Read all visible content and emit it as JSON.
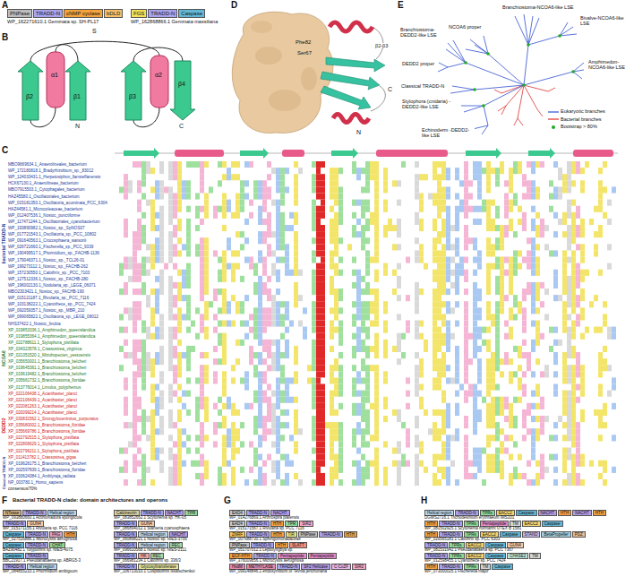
{
  "diagram": {
    "nodes": [
      {
        "text": [
          "PNPase"
        ]
      },
      {
        "text": [
          "TRADD-N"
        ]
      },
      {
        "text": [
          "cNMP cyclase"
        ]
      },
      {
        "text": [
          "bDLD"
        ]
      },
      {
        "text": [
          "FGS"
        ]
      },
      {
        "text": [
          "TRADD-N"
        ]
      },
      {
        "text": [
          "Caspase"
        ]
      },
      {
        "text": [
          "NTease"
        ]
      },
      {
        "text": [
          "TRADD-N"
        ]
      },
      {
        "text": [
          "Helical region"
        ]
      },
      {
        "text": [
          "TRADD-N"
        ]
      },
      {
        "text": [
          "GUN4"
        ]
      },
      {
        "text": [
          "Caspase"
        ]
      },
      {
        "text": [
          "TRADD-N"
        ]
      },
      {
        "text": [
          "PAG"
        ]
      },
      {
        "text": [
          "HTH"
        ]
      },
      {
        "text": [
          "Caspase"
        ]
      },
      {
        "text": [
          "TRADD-N"
        ]
      },
      {
        "text": [
          "CHAT"
        ]
      },
      {
        "text": [
          "Caspase"
        ]
      },
      {
        "text": [
          "TRADD-N"
        ]
      },
      {
        "text": [
          "TRADD-N"
        ]
      },
      {
        "text": [
          "Helical region"
        ]
      },
      {
        "text": [
          "Calcineurin"
        ]
      },
      {
        "text": [
          "TRADD-N"
        ]
      },
      {
        "text": [
          "NACHT"
        ]
      },
      {
        "text": [
          "TPR"
        ]
      },
      {
        "text": [
          "TRADD-N"
        ]
      },
      {
        "text": [
          "GUN4"
        ]
      },
      {
        "text": [
          "TRADD-N"
        ]
      },
      {
        "text": [
          "Helical region"
        ]
      },
      {
        "text": [
          "NACHT"
        ]
      },
      {
        "text": [
          "TRADD-N"
        ]
      },
      {
        "text": [
          "Helical region"
        ]
      },
      {
        "text": [
          "REC"
        ]
      },
      {
        "text": [
          "TRADD-N"
        ]
      },
      {
        "text": [
          "HK"
        ]
      },
      {
        "text": [
          "REC"
        ]
      },
      {
        "text": [
          "TRADD-N"
        ]
      },
      {
        "text": [
          "Glycosyltransferase"
        ]
      },
      {
        "text": [
          "EAD4"
        ]
      },
      {
        "text": [
          "TRADD-N"
        ]
      },
      {
        "text": [
          "NACHT"
        ]
      },
      {
        "text": [
          "EAD4"
        ]
      },
      {
        "text": [
          "TRADD-N"
        ]
      },
      {
        "text": [
          "HTH"
        ]
      },
      {
        "text": [
          "TPR"
        ]
      },
      {
        "text": [
          "SIR2"
        ]
      },
      {
        "text": [
          "ZNRF"
        ]
      },
      {
        "text": [
          "TRADD-N"
        ]
      },
      {
        "text": [
          "HTH"
        ]
      },
      {
        "text": [
          "TIR"
        ]
      },
      {
        "text": [
          "PNPase"
        ]
      },
      {
        "text": [
          "TRADD-N"
        ]
      },
      {
        "text": [
          "HTH"
        ]
      },
      {
        "text": [
          "PNPase"
        ]
      },
      {
        "text": [
          "TRADD-N"
        ]
      },
      {
        "text": [
          "HTH"
        ]
      },
      {
        "text": [
          "SLATT"
        ]
      },
      {
        "text": [
          "ECF-HTH"
        ]
      },
      {
        "text": [
          "TRADD-N"
        ]
      },
      {
        "text": [
          "Pentapeptide"
        ]
      },
      {
        "text": [
          "Pentapeptide"
        ]
      },
      {
        "text": [
          "HsdM"
        ]
      },
      {
        "text": [
          "METHYLASE"
        ]
      },
      {
        "text": [
          "TRADD-N"
        ]
      },
      {
        "text": [
          "SF2 Helicase"
        ]
      },
      {
        "text": [
          "C-CoZF"
        ]
      },
      {
        "text": [
          "SIR2"
        ]
      },
      {
        "text": [
          "Helical region"
        ]
      },
      {
        "text": [
          "TRADD-N"
        ]
      },
      {
        "text": [
          "TPRs"
        ]
      },
      {
        "text": [
          "EACC2"
        ]
      },
      {
        "text": [
          "Caspase"
        ]
      },
      {
        "text": [
          "NACHT"
        ]
      },
      {
        "text": [
          "HTH"
        ]
      },
      {
        "text": [
          "NACHT"
        ]
      },
      {
        "text": [
          "HTH"
        ]
      },
      {
        "text": [
          "HTH"
        ]
      },
      {
        "text": [
          "TRADD-N"
        ]
      },
      {
        "text": [
          "TPRs"
        ]
      },
      {
        "text": [
          "Pentapeptide"
        ]
      },
      {
        "text": [
          "TM"
        ]
      },
      {
        "text": [
          "EACC2"
        ]
      },
      {
        "text": [
          "Caspase"
        ]
      },
      {
        "text": [
          "HTH"
        ]
      },
      {
        "text": [
          "TRADD-N"
        ]
      },
      {
        "text": [
          "TPRs"
        ]
      },
      {
        "text": [
          "EACC2"
        ]
      },
      {
        "text": [
          "Caspase"
        ]
      },
      {
        "text": [
          "STAND"
        ]
      },
      {
        "text": [
          "BetaPropeller"
        ]
      },
      {
        "text": [
          "PDZ"
        ]
      },
      {
        "text": [
          "TRADD-N"
        ]
      },
      {
        "text": [
          "TPRs"
        ]
      },
      {
        "text": [
          "EACC2"
        ]
      },
      {
        "text": [
          "Caspase"
        ]
      },
      {
        "text": [
          "GUN4"
        ]
      },
      {
        "text": [
          "TRADD-N"
        ]
      },
      {
        "text": [
          "TPRs"
        ]
      },
      {
        "text": [
          "EACC2"
        ]
      },
      {
        "text": [
          "Caspase"
        ]
      },
      {
        "text": [
          "CHASE2"
        ]
      },
      {
        "text": [
          "TM"
        ]
      },
      {
        "text": [
          "HTH"
        ]
      },
      {
        "text": [
          "TRADD-N"
        ]
      },
      {
        "text": [
          "TPRs"
        ]
      },
      {
        "text": [
          "TM"
        ]
      },
      {
        "text": [
          "Caspase"
        ]
      }
    ],
    "labels": [
      "A",
      "WP_162271610.1 Gemmata sp. SH-PL17",
      "WP_162868866.1 Gemmata massiliana",
      "B",
      "S",
      "α1",
      "α2",
      "β1",
      "β2",
      "β3",
      "β4",
      "N",
      "C",
      "D",
      "Phe82",
      "Ser67",
      "β2-β3",
      "N",
      "C",
      "E",
      "Branchiostoma-NCOA6-like LSE",
      "Bivalve-NCOA6-like LSE",
      "NCOA6 proper",
      "Amphimedon-NCOA6-like LSE",
      "Branchiostoma-DEDD2-like LSE",
      "DEDD2 proper",
      "Classical TRADD-N",
      "Stylophora (cnidaria) -DEDD2-like LSE",
      "Echinoderm -DEDD2-like LSE",
      "C",
      "bacterial TRADD-N",
      "NCOA6",
      "DEDD2",
      "Classical TRADD-N",
      "MBO9669634.1_Anaerolineales_bacterium",
      "WP_172180818.1_Bradyrhizobium_sp._83012",
      "WP_124033431.1_Herpetosiphon_llansteffanensis",
      "HCK67130.1_Anaerolineae_bacterium",
      "MBO7915503.1_Cytophagales_bacterium",
      "HAZ45580.1_Oscillatoriales_bacterium",
      "WP_015181350.1_Oscillatoria_acuminata_PCC_6304",
      "HAZ44581.1_Microcoleaceae_bacterium",
      "WP_012407536.1_Nostoc_punctiforme",
      "WP_117471244.1_Oscillatoriales_cyanobacterium",
      "WP_193890982.1_Nostoc_sp._SpNOS07",
      "WP_017721543.1_Oscillatoria_sp._PCC_10802",
      "WP_091640563.1_Crocosphaera_watsonii",
      "WP_026721660.1_Fischerella_sp._PCC_9339",
      "WP_190499517.1_Phormidium_sp._FACHB-1136",
      "WP_179046371.1_Nostoc_sp._TCL26-01",
      "WP_199273112.1_Nostoc_sp._FACHB-262",
      "WP_157230550.1_Calothrix_sp._PCC_7103",
      "WP_127512336.1_Nostoc_sp._FACHB-280",
      "WP_196002130.1_Nodularia_sp._LEGE_06071",
      "MBO2303421.1_Nostoc_sp._FACHB-190",
      "WP_015121187.1_Rivularia_sp._PCC_7116",
      "WP_103138222.1_Cyanothece_sp._PCC_7424",
      "WP_092059357.1_Nostoc_sp._MBR_210",
      "WP_099065822.1_Oscillatoria_sp._LEGE_08012",
      "NHS37422.1_Nostoc_linckia",
      "XP_019853336.1_Amphimedon_queenslandica",
      "XP_019855364.1_Amphimedon_queenslandica",
      "XP_022788611.1_Stylophora_pistillata",
      "XP_034323578.1_Crassostrea_virginica",
      "XP_021351520.1_Mizuhopecten_yessoensis",
      "XP_035650001.1_Branchiostoma_belcheri",
      "XP_019645361.1_Branchiostoma_belcheri",
      "XP_019619482.1_Branchiostoma_belcheri",
      "XP_035661732.1_Branchiostoma_floridae",
      "XP_013776014.1_Limulus_polyphemus",
      "XP_022106438.1_Acanthaster_planci",
      "XP_022106439.1_Acanthaster_planci",
      "XP_022081263.1_Acanthaster_planci",
      "XP_020099214.1_Acanthaster_planci",
      "XP_030831562.1_Strongylocentrotus_purpuratus",
      "XP_035680002.1_Branchiostoma_floridae",
      "XP_035669786.1_Branchiostoma_floridae",
      "XP_022792515.1_Stylophora_pistillata",
      "XP_022806629.1_Stylophora_pistillata",
      "XP_022796211.1_Stylophora_pistillata",
      "XP_011413782.1_Crassostrea_gigas",
      "XP_019626175.1_Branchiostoma_belcheri",
      "XP_002597839.1_Branchiostoma_floridae",
      "XP_033624384.1_Amblyraja_radiata",
      "NP_003780.1_Homo_sapiens",
      "consensus/70%",
      "F",
      "Bacterial TRADD-N clade: domain architectures and operons",
      "G",
      "H",
      "WP_093880660.1 Actinomadura spongiicola",
      "WP_015171156.1 Rivularia sp. PCC 7116",
      "WP_027516886.1 Microcystis aeruginosa",
      "BAZ90482.1 Tolypothrix sp. NIES-4075",
      "BBC21917.1 Pseudanabaena sp. ABRG5-3",
      "WP_084855210.1 Phormidium ambiguum",
      "WP_083852662.1 Scytonema sp. HK-05",
      "WP_086894012.1 Stanieria cyanosphaera",
      "WP_060898221.1 Nostoc sp. NIES-3756",
      "WP_096610568.1 Nostoc sp. NIES-2111",
      "WP_066981234.1 Calothrix sp. 336/3",
      "WP_106713010.1 Cuspidothrix issatschenkoi",
      "WP_014276869.1 Arthrospira platensis",
      "WP_015171567.1 Rivularia sp. PCC 7116",
      "WP_007688730.1 Sphingomonadaceae",
      "WP_051707012.1 Leptolyngbya sp.",
      "WP_376009856.1 Microcystis aeruginosa",
      "WP_099148846.1 endosymbiont of Tevnia jerichonana",
      "DGWS2716.1 Trichodesmium erythraeum IMS101",
      "WP_081502925.1 Scytonema hofmanni UTEX B 1581",
      "WP_026565183.1 Calothrix sp. PCC 6303",
      "WP_081531942.1 Pseudanabaena sp. PCC 7367",
      "WP_012598455.1 Cyanothece sp. PCC 7424",
      "WP_073000025.1 Fischerella major"
    ],
    "legend": [
      {
        "text": "Eukaryotic branches"
      },
      {
        "text": "Bacterial branches"
      },
      {
        "text": "Bootstrap > 80%"
      }
    ]
  }
}
